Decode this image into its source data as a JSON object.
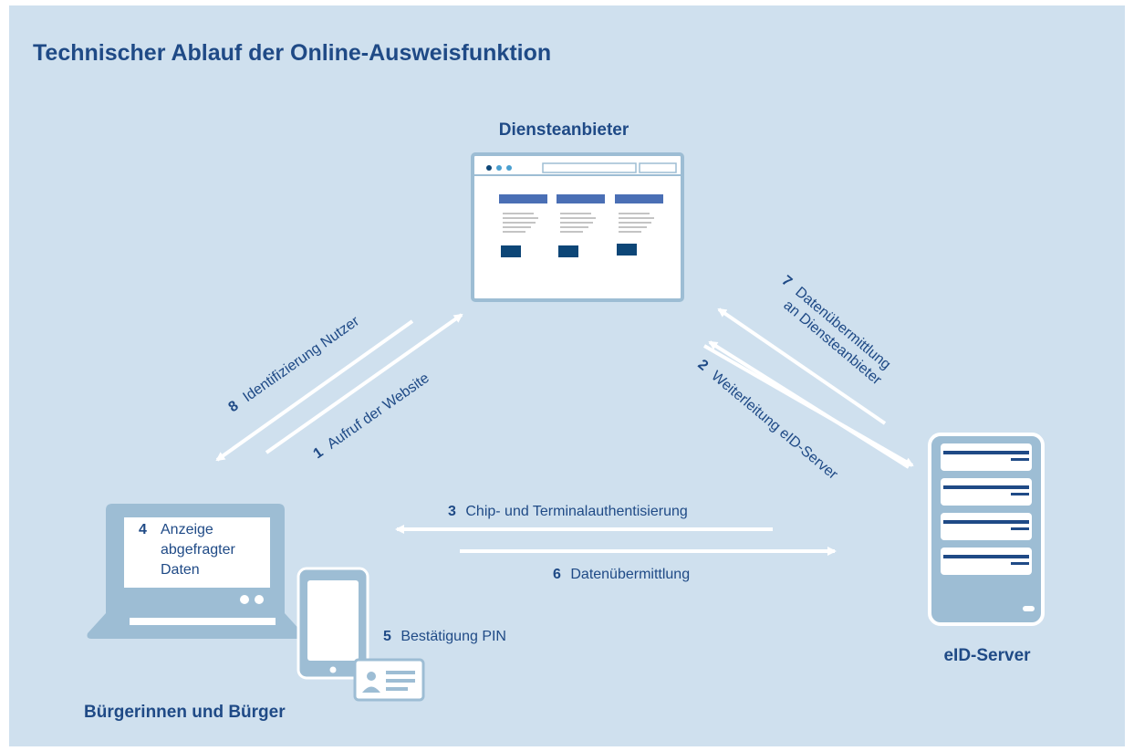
{
  "title": "Technischer Ablauf der Online-Ausweisfunktion",
  "nodes": {
    "service_provider": "Diensteanbieter",
    "eid_server": "eID-Server",
    "citizens": "Bürgerinnen und Bürger"
  },
  "steps": [
    {
      "num": "1",
      "label": "Aufruf der Website"
    },
    {
      "num": "2",
      "label": "Weiterleitung eID-Server"
    },
    {
      "num": "3",
      "label": "Chip- und Terminalauthentisierung"
    },
    {
      "num": "4",
      "label_lines": [
        "Anzeige",
        "abgefragter",
        "Daten"
      ]
    },
    {
      "num": "5",
      "label": "Bestätigung PIN"
    },
    {
      "num": "6",
      "label": "Datenübermittlung"
    },
    {
      "num": "7",
      "label_lines": [
        "Datenübermittlung",
        "an Diensteanbieter"
      ]
    },
    {
      "num": "8",
      "label": "Identifizierung Nutzer"
    }
  ],
  "colors": {
    "background": "#cfe0ee",
    "text": "#1f4a86",
    "accent_blue": "#4a6fb5",
    "dark_blue": "#0d4677",
    "device_fill": "#9dbdd4",
    "white": "#ffffff"
  }
}
